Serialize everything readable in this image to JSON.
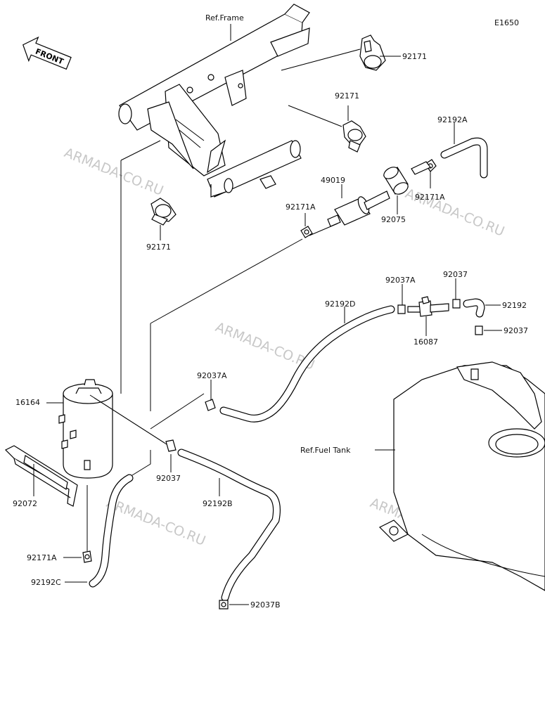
{
  "diagram_code": "E1650",
  "front_indicator": "FRONT",
  "references": {
    "frame": "Ref.Frame",
    "fuel_tank": "Ref.Fuel Tank"
  },
  "watermark": "ARMADA-CO.RU",
  "parts": {
    "clamp_top_right": "92171",
    "clamp_mid": "92171",
    "clamp_left": "92171",
    "hose_top_right": "92192A",
    "clamp_a_upper_right": "92171A",
    "clamp_a_mid": "92171A",
    "fuel_filter": "49019",
    "filter_holder": "92075",
    "clip_a_upper": "92037A",
    "clip_upper": "92037",
    "hose_right": "92192",
    "clip_right": "92037",
    "hose_d": "92192D",
    "valve": "16087",
    "clip_a_mid": "92037A",
    "canister": "16164",
    "clip_lower": "92037",
    "bracket": "92072",
    "hose_b": "92192B",
    "clamp_a_lower": "92171A",
    "hose_c": "92192C",
    "clip_b": "92037B"
  }
}
